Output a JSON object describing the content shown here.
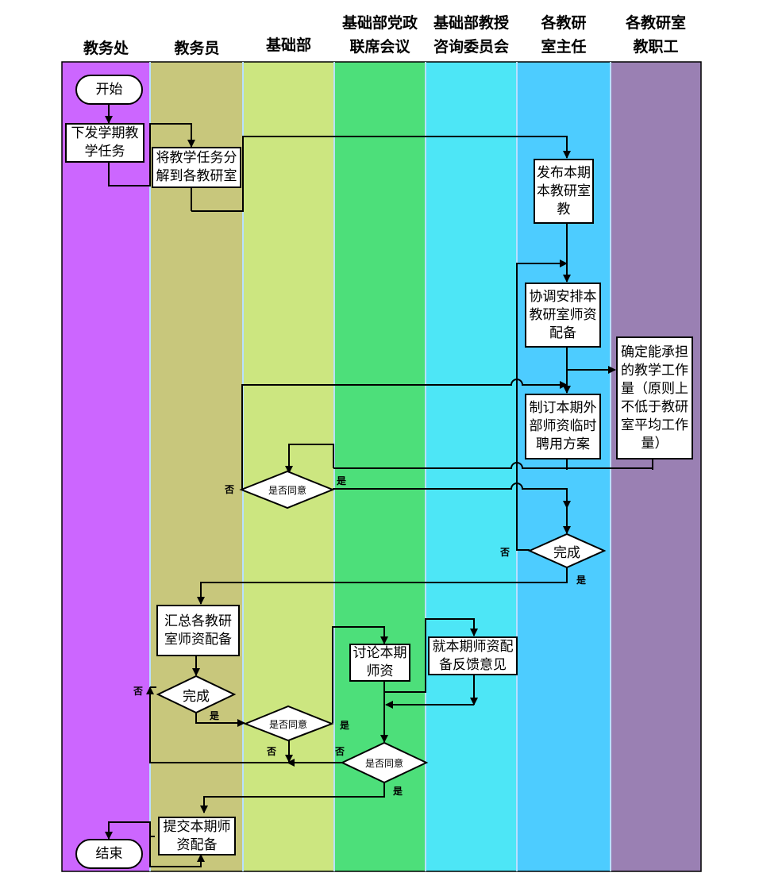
{
  "lanes": [
    {
      "id": "jwc",
      "header": [
        "教务处"
      ],
      "color": "#cc66ff"
    },
    {
      "id": "jwy",
      "header": [
        "教务员"
      ],
      "color": "#c8c77c"
    },
    {
      "id": "jcb",
      "header": [
        "基础部"
      ],
      "color": "#cce680"
    },
    {
      "id": "lxhy",
      "header": [
        "基础部党政",
        "联席会议"
      ],
      "color": "#4ddf7a"
    },
    {
      "id": "zxwyh",
      "header": [
        "基础部教授",
        "咨询委员会"
      ],
      "color": "#4de6f6"
    },
    {
      "id": "jyszr",
      "header": [
        "各教研",
        "室主任"
      ],
      "color": "#4dccff"
    },
    {
      "id": "jyszg",
      "header": [
        "各教研室",
        "教职工"
      ],
      "color": "#9a80b3"
    }
  ],
  "nodes": {
    "start": "开始",
    "issue_task": "下发学期教学任务",
    "decompose": "将教学任务分解到各教研室",
    "publish": "发布本期本教研室教",
    "coordinate": "协调安排本教研室师资配备",
    "workload": "确定能承担的教学工作量（原则上不低于教研室平均工作量）",
    "hire_plan": "制订本期外部师资临时聘用方案",
    "agree_jcb_1": "是否同意",
    "done_zr": "完成",
    "summary": "汇总各教研室师资配备",
    "done_jwy": "完成",
    "agree_jcb_2": "是否同意",
    "discuss": "讨论本期师资",
    "feedback": "就本期师资配备反馈意见",
    "agree_lx": "是否同意",
    "submit": "提交本期师资配备",
    "end": "结束"
  },
  "labels": {
    "yes": "是",
    "no": "否"
  }
}
